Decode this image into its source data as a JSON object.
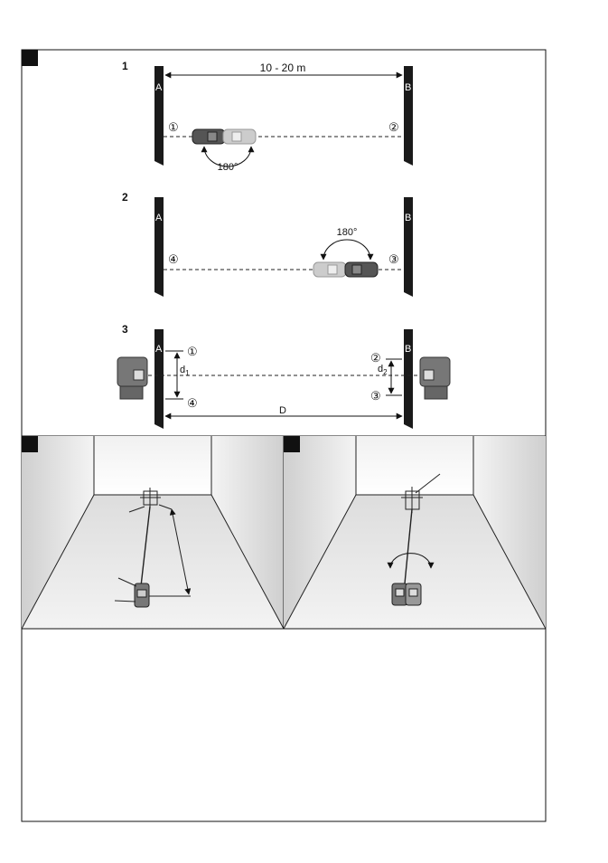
{
  "panel1": {
    "steps": [
      {
        "number": "1",
        "distance": "10 - 20 m",
        "wall_left": "A",
        "wall_right": "B",
        "mark_left": "①",
        "mark_right": "②",
        "rotation": "180°"
      },
      {
        "number": "2",
        "wall_left": "A",
        "wall_right": "B",
        "mark_left": "④",
        "mark_right": "③",
        "rotation": "180°"
      },
      {
        "number": "3",
        "wall_left": "A",
        "wall_right": "B",
        "mark_left_top": "①",
        "mark_left_bottom": "④",
        "mark_right_top": "②",
        "mark_right_bottom": "③",
        "d1": "d",
        "d1_sub": "1",
        "d2": "d",
        "d2_sub": "2",
        "distance": "D"
      }
    ]
  },
  "icons": [
    "laser-level-device-icon",
    "rotation-arrow-icon",
    "crosshair-target-icon"
  ],
  "colors": {
    "wall": "#1a1a1a",
    "marker": "#000000",
    "floor_gradient": "#d9d9d9"
  }
}
